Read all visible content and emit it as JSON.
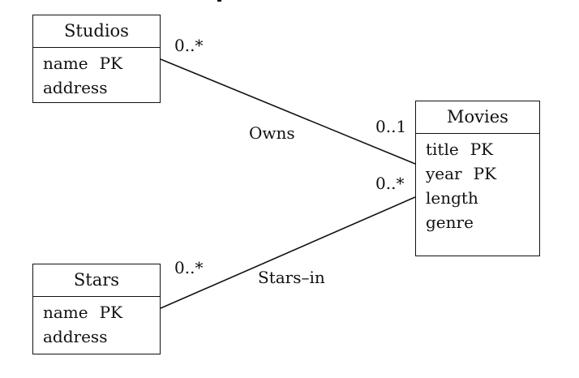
{
  "classes": {
    "studios": {
      "name": "Studios",
      "attributes": [
        {
          "name": "name",
          "key": "PK"
        },
        {
          "name": "address",
          "key": ""
        }
      ]
    },
    "movies": {
      "name": "Movies",
      "attributes": [
        {
          "name": "title",
          "key": "PK"
        },
        {
          "name": "year",
          "key": "PK"
        },
        {
          "name": "length",
          "key": ""
        },
        {
          "name": "genre",
          "key": ""
        }
      ]
    },
    "stars": {
      "name": "Stars",
      "attributes": [
        {
          "name": "name",
          "key": "PK"
        },
        {
          "name": "address",
          "key": ""
        }
      ]
    }
  },
  "associations": {
    "owns": {
      "label": "Owns",
      "studios_multiplicity": "0..*",
      "movies_multiplicity": "0..1"
    },
    "stars_in": {
      "label": "Stars–in",
      "stars_multiplicity": "0..*",
      "movies_multiplicity": "0..*"
    }
  }
}
